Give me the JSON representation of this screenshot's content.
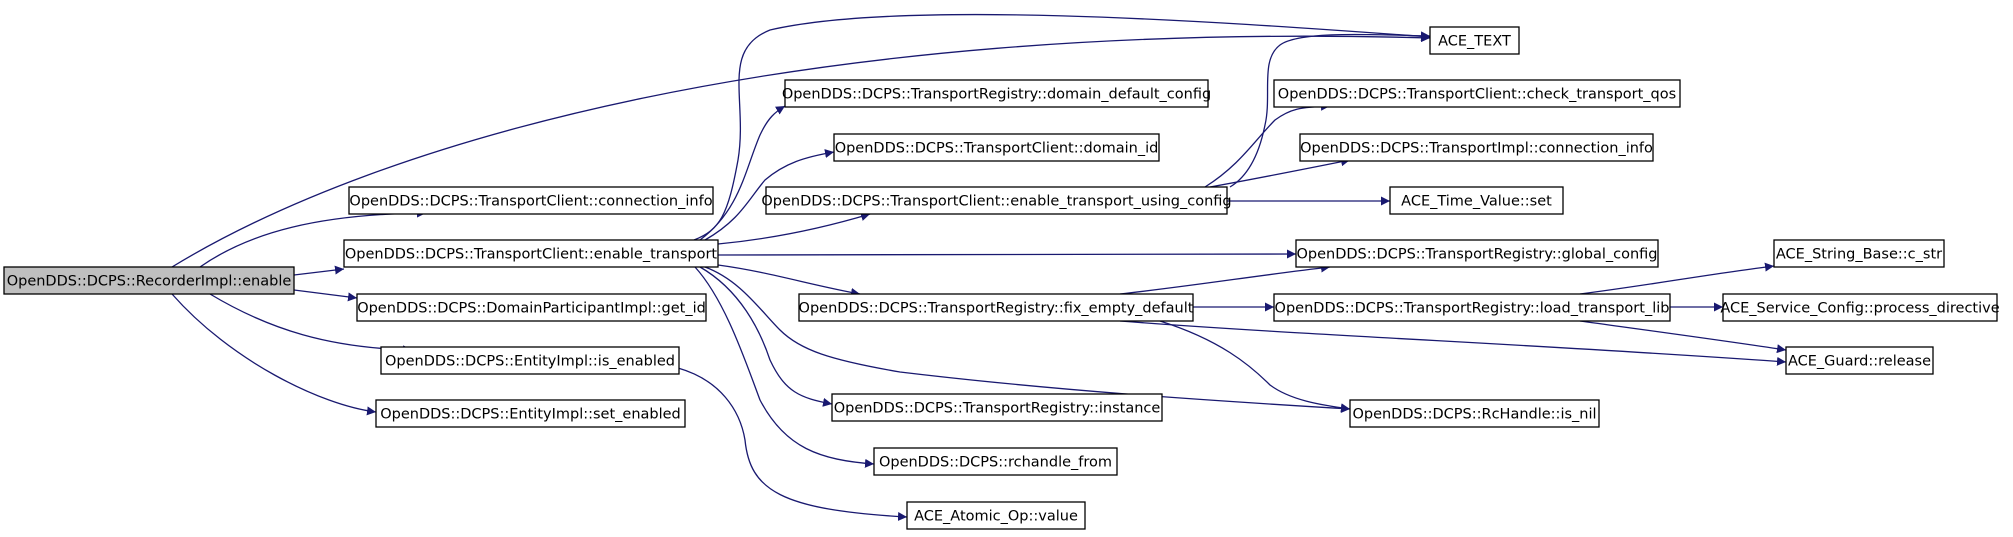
{
  "diagram": {
    "colors": {
      "edge": "#191970",
      "root_fill": "#bfbfbf",
      "node_fill": "#ffffff",
      "border": "#000000"
    },
    "nodes": [
      {
        "id": "recorder_enable",
        "label": "OpenDDS::DCPS::RecorderImpl::enable",
        "root": true
      },
      {
        "id": "ace_text",
        "label": "ACE_TEXT"
      },
      {
        "id": "tc_connection_info",
        "label": "OpenDDS::DCPS::TransportClient::connection_info"
      },
      {
        "id": "tc_enable_transport",
        "label": "OpenDDS::DCPS::TransportClient::enable_transport"
      },
      {
        "id": "dpi_get_id",
        "label": "OpenDDS::DCPS::DomainParticipantImpl::get_id"
      },
      {
        "id": "ei_is_enabled",
        "label": "OpenDDS::DCPS::EntityImpl::is_enabled"
      },
      {
        "id": "ei_set_enabled",
        "label": "OpenDDS::DCPS::EntityImpl::set_enabled"
      },
      {
        "id": "tr_domain_default_config",
        "label": "OpenDDS::DCPS::TransportRegistry::domain_default_config"
      },
      {
        "id": "tc_domain_id",
        "label": "OpenDDS::DCPS::TransportClient::domain_id"
      },
      {
        "id": "tc_enable_transport_using_config",
        "label": "OpenDDS::DCPS::TransportClient::enable_transport_using_config"
      },
      {
        "id": "tr_fix_empty_default",
        "label": "OpenDDS::DCPS::TransportRegistry::fix_empty_default"
      },
      {
        "id": "tr_instance",
        "label": "OpenDDS::DCPS::TransportRegistry::instance"
      },
      {
        "id": "rchandle_from",
        "label": "OpenDDS::DCPS::rchandle_from"
      },
      {
        "id": "atomic_value",
        "label": "ACE_Atomic_Op::value"
      },
      {
        "id": "tc_check_transport_qos",
        "label": "OpenDDS::DCPS::TransportClient::check_transport_qos"
      },
      {
        "id": "ti_connection_info",
        "label": "OpenDDS::DCPS::TransportImpl::connection_info"
      },
      {
        "id": "time_value_set",
        "label": "ACE_Time_Value::set"
      },
      {
        "id": "tr_global_config",
        "label": "OpenDDS::DCPS::TransportRegistry::global_config"
      },
      {
        "id": "tr_load_transport_lib",
        "label": "OpenDDS::DCPS::TransportRegistry::load_transport_lib"
      },
      {
        "id": "rc_is_nil",
        "label": "OpenDDS::DCPS::RcHandle::is_nil"
      },
      {
        "id": "string_base_c_str",
        "label": "ACE_String_Base::c_str"
      },
      {
        "id": "service_config_process_directive",
        "label": "ACE_Service_Config::process_directive"
      },
      {
        "id": "guard_release",
        "label": "ACE_Guard::release"
      }
    ],
    "edges": [
      {
        "from": "recorder_enable",
        "to": "ace_text"
      },
      {
        "from": "recorder_enable",
        "to": "tc_connection_info"
      },
      {
        "from": "recorder_enable",
        "to": "tc_enable_transport"
      },
      {
        "from": "recorder_enable",
        "to": "dpi_get_id"
      },
      {
        "from": "recorder_enable",
        "to": "ei_is_enabled"
      },
      {
        "from": "recorder_enable",
        "to": "ei_set_enabled"
      },
      {
        "from": "tc_enable_transport",
        "to": "ace_text"
      },
      {
        "from": "tc_enable_transport",
        "to": "tr_domain_default_config"
      },
      {
        "from": "tc_enable_transport",
        "to": "tc_domain_id"
      },
      {
        "from": "tc_enable_transport",
        "to": "tc_enable_transport_using_config"
      },
      {
        "from": "tc_enable_transport",
        "to": "tr_global_config"
      },
      {
        "from": "tc_enable_transport",
        "to": "tr_fix_empty_default"
      },
      {
        "from": "tc_enable_transport",
        "to": "rc_is_nil"
      },
      {
        "from": "tc_enable_transport",
        "to": "tr_instance"
      },
      {
        "from": "tc_enable_transport",
        "to": "rchandle_from"
      },
      {
        "from": "ei_is_enabled",
        "to": "atomic_value"
      },
      {
        "from": "tc_enable_transport_using_config",
        "to": "ace_text"
      },
      {
        "from": "tc_enable_transport_using_config",
        "to": "tc_check_transport_qos"
      },
      {
        "from": "tc_enable_transport_using_config",
        "to": "ti_connection_info"
      },
      {
        "from": "tc_enable_transport_using_config",
        "to": "time_value_set"
      },
      {
        "from": "tr_fix_empty_default",
        "to": "tr_global_config"
      },
      {
        "from": "tr_fix_empty_default",
        "to": "tr_load_transport_lib"
      },
      {
        "from": "tr_fix_empty_default",
        "to": "guard_release"
      },
      {
        "from": "tr_fix_empty_default",
        "to": "rc_is_nil"
      },
      {
        "from": "tr_load_transport_lib",
        "to": "string_base_c_str"
      },
      {
        "from": "tr_load_transport_lib",
        "to": "service_config_process_directive"
      },
      {
        "from": "tr_load_transport_lib",
        "to": "guard_release"
      }
    ]
  }
}
